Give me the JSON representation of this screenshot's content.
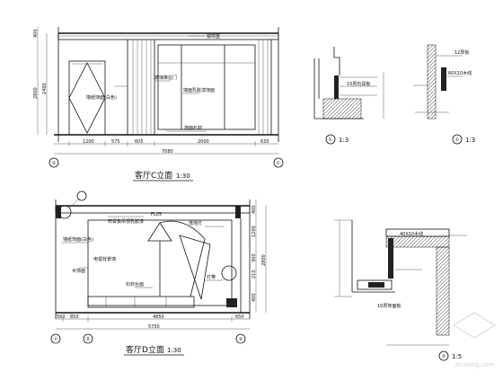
{
  "sheet": {
    "elevation_c": {
      "title": "客厅C立面",
      "scale": "1:30",
      "dims_bottom": [
        "1200",
        "575",
        "605",
        "2000",
        "630"
      ],
      "dim_total": "7080",
      "dims_left": [
        "400",
        "2400",
        "2800"
      ],
      "grid_marks": [
        "③",
        "①"
      ],
      "labels": [
        "墙纸饰面(白色)",
        "玻璃推拉门",
        "墙面乳胶漆饰面",
        "窗帘盒",
        "地面石材"
      ]
    },
    "elevation_d": {
      "title": "客厅D立面",
      "scale": "1:30",
      "dims_bottom": [
        "560",
        "850",
        "4650",
        "650"
      ],
      "dim_total": "5750",
      "dims_right": [
        "400",
        "1200",
        "300",
        "210",
        "400",
        "2800"
      ],
      "grid_marks": [
        "Ⓐ",
        "Ⓑ",
        "③"
      ],
      "callout": "FL05",
      "labels": [
        "墙纸饰面(白色)",
        "石膏板吊顶乳胶漆",
        "落地灯",
        "电视背景墙",
        "石材台面",
        "木饰面",
        "灯带"
      ]
    },
    "detail_1": {
      "ref": "①",
      "scale": "1:3",
      "label": "15厚石膏板"
    },
    "detail_2": {
      "ref": "②",
      "scale": "1:3",
      "label_a": "12厚板",
      "label_b": "60X10木线"
    },
    "detail_3": {
      "ref": "③",
      "scale": "1:5",
      "label_a": "40X10木线",
      "label_b": "10厚饰面板"
    },
    "watermark": "zhulong.com"
  }
}
